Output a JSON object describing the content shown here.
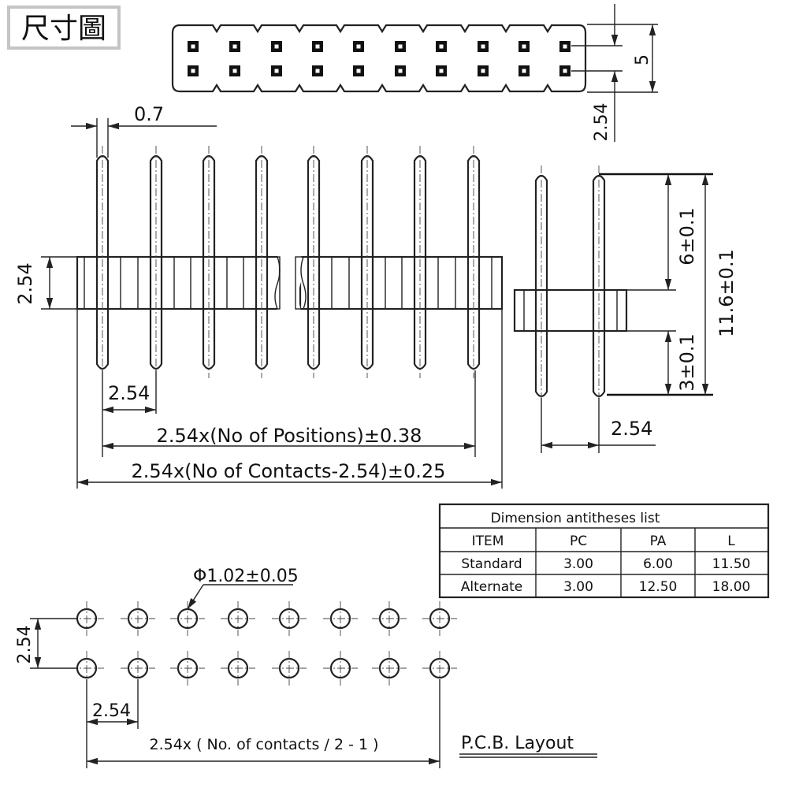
{
  "title": "尺寸圖",
  "top_view": {
    "rows": 2,
    "columns": 10,
    "height_dim": "5",
    "pitch_dim": "2.54"
  },
  "front_view": {
    "pin_width_dim": "0.7",
    "body_height_dim": "2.54",
    "pitch_dim": "2.54",
    "positions_dim": "2.54x(No of Positions)±0.38",
    "contacts_dim": "2.54x(No of Contacts-2.54)±0.25"
  },
  "side_view": {
    "upper_dim": "6±0.1",
    "lower_dim": "3±0.1",
    "total_dim": "11.6±0.1",
    "pitch_dim": "2.54"
  },
  "table": {
    "title": "Dimension antitheses list",
    "headers": [
      "ITEM",
      "PC",
      "PA",
      "L"
    ],
    "rows": [
      [
        "Standard",
        "3.00",
        "6.00",
        "11.50"
      ],
      [
        "Alternate",
        "3.00",
        "12.50",
        "18.00"
      ]
    ]
  },
  "pcb": {
    "hole_dim": "Φ1.02±0.05",
    "row_pitch_dim": "2.54",
    "col_pitch_dim": "2.54",
    "length_dim": "2.54x ( No. of contacts / 2 - 1 )",
    "label": "P.C.B. Layout"
  }
}
